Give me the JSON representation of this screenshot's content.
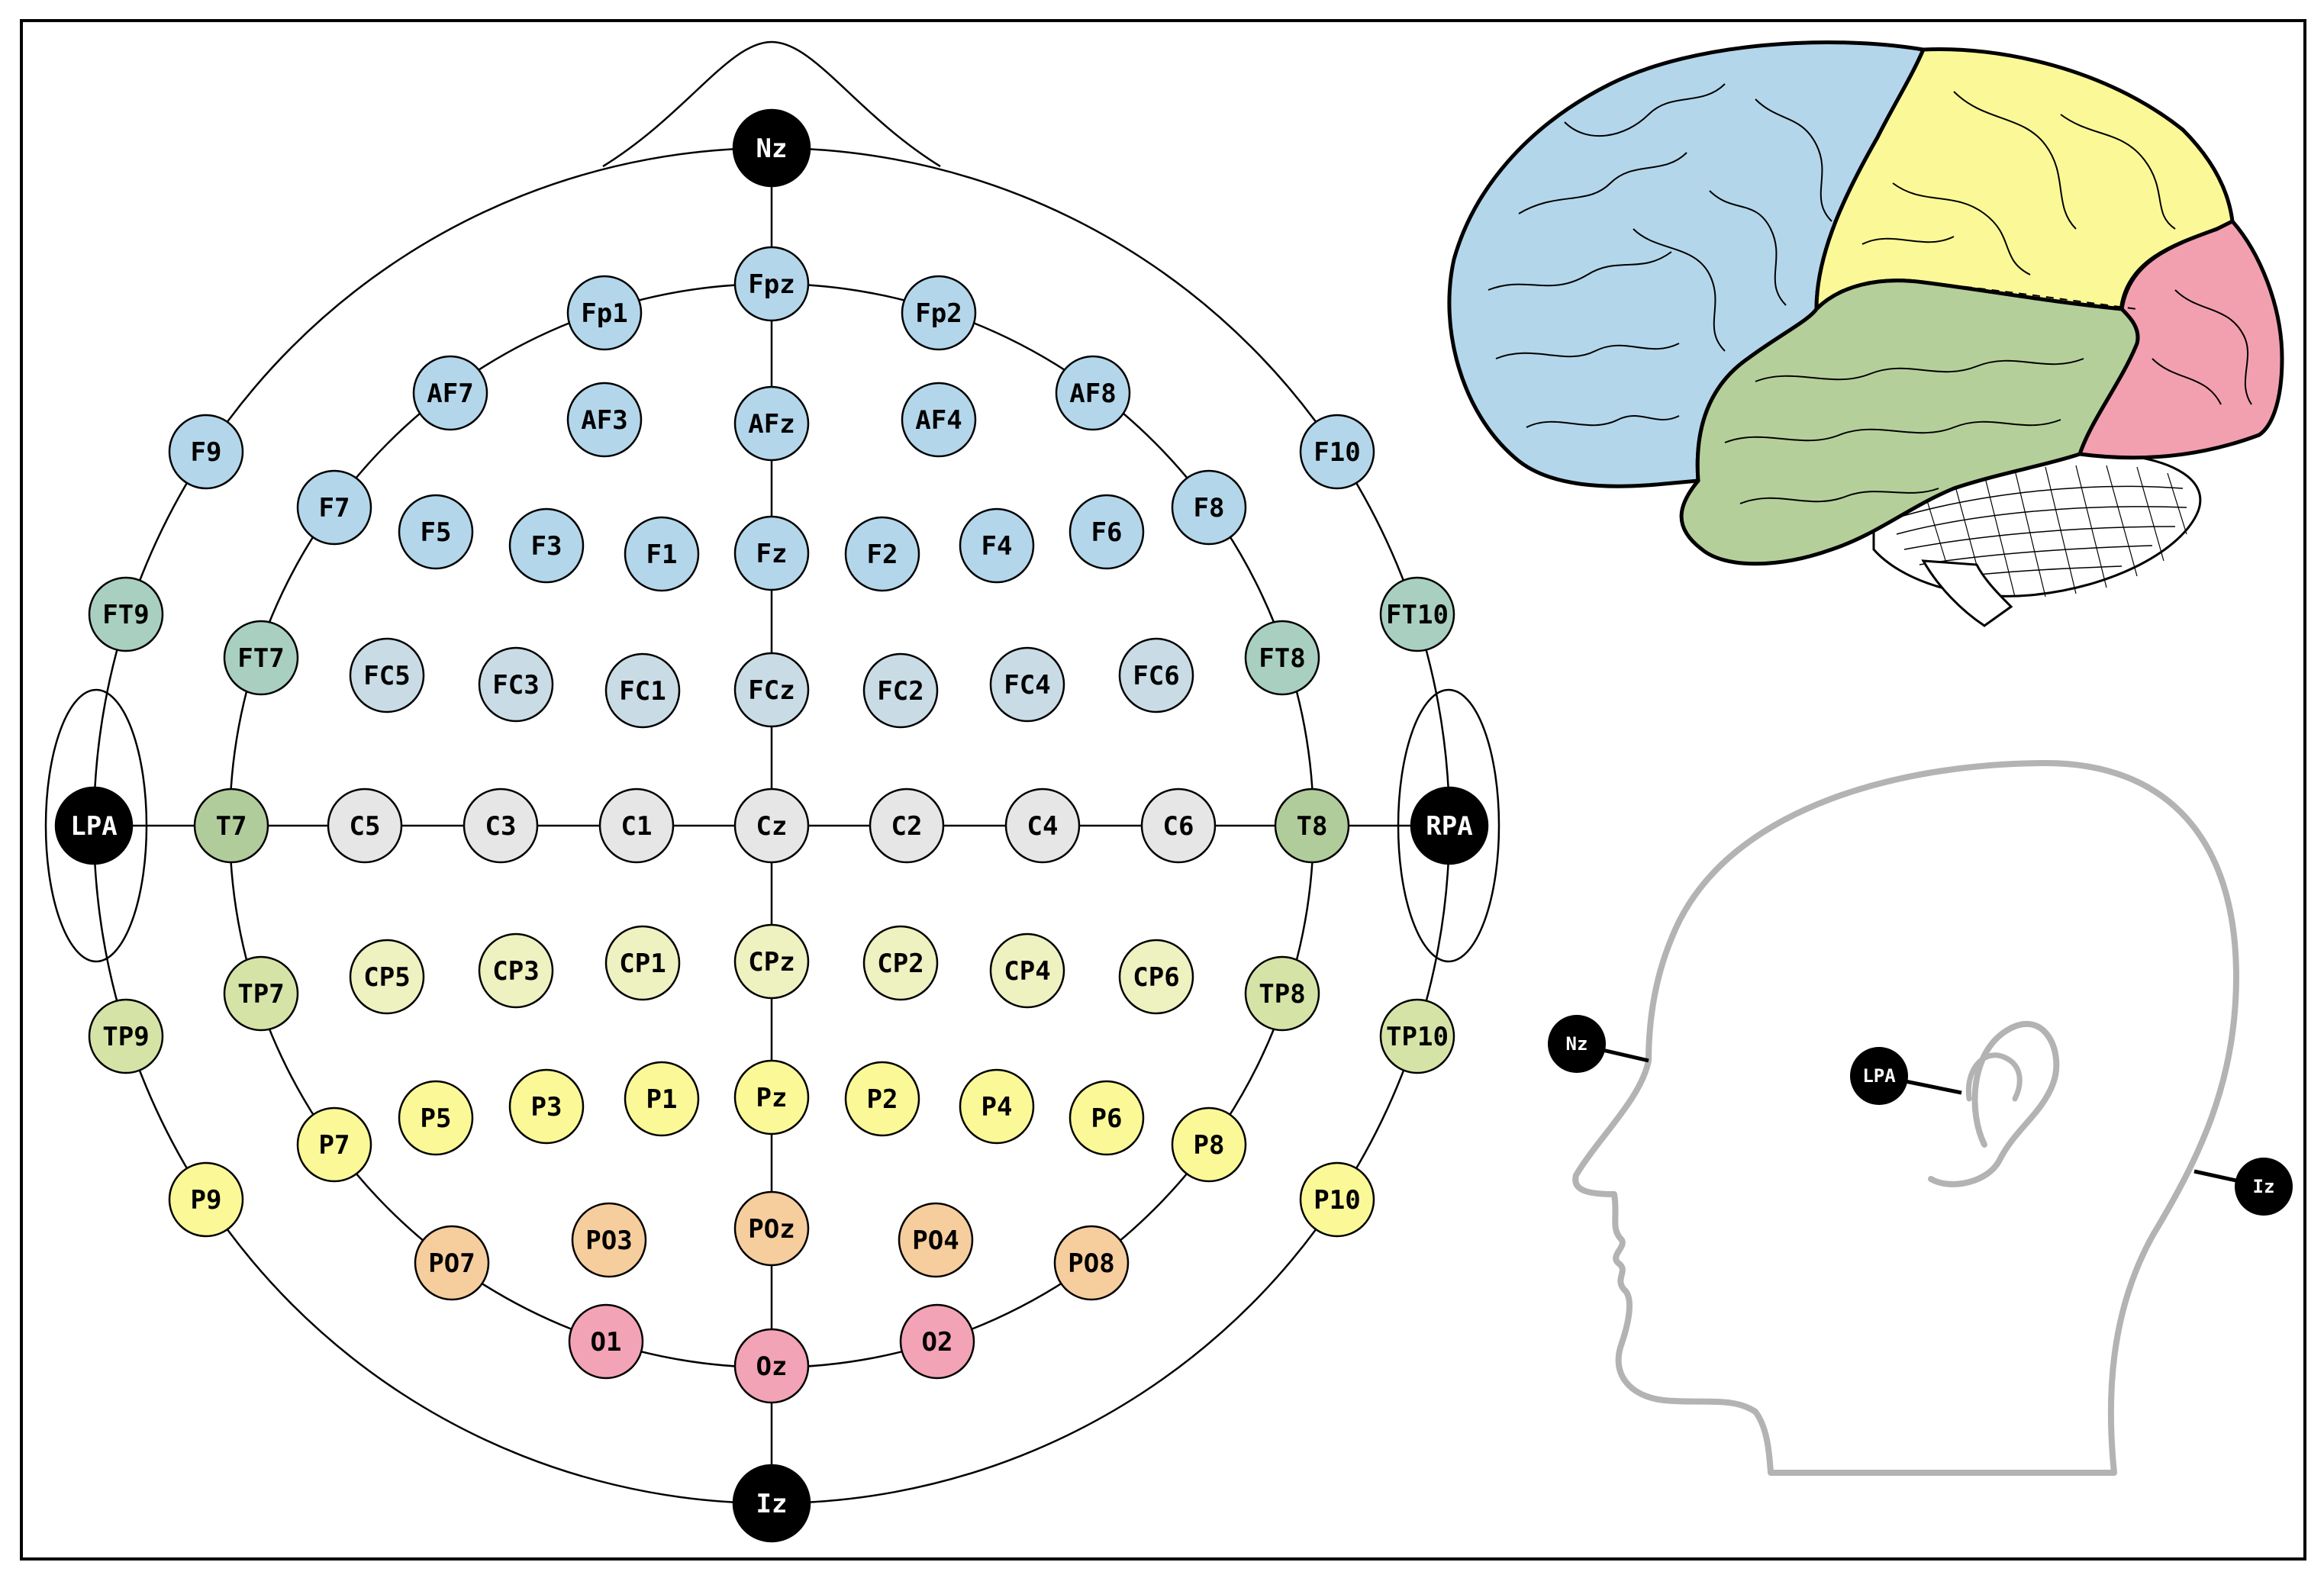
{
  "colors": {
    "black": "#000000",
    "frontal": "#b3d6ea",
    "fronto_central": "#c9dce6",
    "fronto_temporal": "#a9cfc0",
    "temporal": "#b1cc9b",
    "temporo_parietal": "#d6e3a6",
    "central": "#e6e6e6",
    "centro_parietal": "#eef1c0",
    "parietal": "#fbf897",
    "parieto_occipital": "#f6cd9d",
    "occipital": "#f2a3b5",
    "brain_frontal": "#b3d6ea",
    "brain_parietal": "#fbf897",
    "brain_temporal": "#b5cf9b",
    "brain_occipital": "#f2a0b0",
    "head_outline": "#b3b3b3"
  },
  "fiducials": [
    {
      "label": "Nz",
      "group": "black"
    },
    {
      "label": "Iz",
      "group": "black"
    },
    {
      "label": "LPA",
      "group": "black"
    },
    {
      "label": "RPA",
      "group": "black"
    }
  ],
  "electrodes": [
    {
      "label": "Fpz",
      "group": "frontal"
    },
    {
      "label": "Fp1",
      "group": "frontal"
    },
    {
      "label": "Fp2",
      "group": "frontal"
    },
    {
      "label": "AF7",
      "group": "frontal"
    },
    {
      "label": "AF3",
      "group": "frontal"
    },
    {
      "label": "AFz",
      "group": "frontal"
    },
    {
      "label": "AF4",
      "group": "frontal"
    },
    {
      "label": "AF8",
      "group": "frontal"
    },
    {
      "label": "F9",
      "group": "frontal"
    },
    {
      "label": "F7",
      "group": "frontal"
    },
    {
      "label": "F5",
      "group": "frontal"
    },
    {
      "label": "F3",
      "group": "frontal"
    },
    {
      "label": "F1",
      "group": "frontal"
    },
    {
      "label": "Fz",
      "group": "frontal"
    },
    {
      "label": "F2",
      "group": "frontal"
    },
    {
      "label": "F4",
      "group": "frontal"
    },
    {
      "label": "F6",
      "group": "frontal"
    },
    {
      "label": "F8",
      "group": "frontal"
    },
    {
      "label": "F10",
      "group": "frontal"
    },
    {
      "label": "FT9",
      "group": "fronto_temporal"
    },
    {
      "label": "FT7",
      "group": "fronto_temporal"
    },
    {
      "label": "FC5",
      "group": "fronto_central"
    },
    {
      "label": "FC3",
      "group": "fronto_central"
    },
    {
      "label": "FC1",
      "group": "fronto_central"
    },
    {
      "label": "FCz",
      "group": "fronto_central"
    },
    {
      "label": "FC2",
      "group": "fronto_central"
    },
    {
      "label": "FC4",
      "group": "fronto_central"
    },
    {
      "label": "FC6",
      "group": "fronto_central"
    },
    {
      "label": "FT8",
      "group": "fronto_temporal"
    },
    {
      "label": "FT10",
      "group": "fronto_temporal"
    },
    {
      "label": "T7",
      "group": "temporal"
    },
    {
      "label": "C5",
      "group": "central"
    },
    {
      "label": "C3",
      "group": "central"
    },
    {
      "label": "C1",
      "group": "central"
    },
    {
      "label": "Cz",
      "group": "central"
    },
    {
      "label": "C2",
      "group": "central"
    },
    {
      "label": "C4",
      "group": "central"
    },
    {
      "label": "C6",
      "group": "central"
    },
    {
      "label": "T8",
      "group": "temporal"
    },
    {
      "label": "TP9",
      "group": "temporo_parietal"
    },
    {
      "label": "TP7",
      "group": "temporo_parietal"
    },
    {
      "label": "CP5",
      "group": "centro_parietal"
    },
    {
      "label": "CP3",
      "group": "centro_parietal"
    },
    {
      "label": "CP1",
      "group": "centro_parietal"
    },
    {
      "label": "CPz",
      "group": "centro_parietal"
    },
    {
      "label": "CP2",
      "group": "centro_parietal"
    },
    {
      "label": "CP4",
      "group": "centro_parietal"
    },
    {
      "label": "CP6",
      "group": "centro_parietal"
    },
    {
      "label": "TP8",
      "group": "temporo_parietal"
    },
    {
      "label": "TP10",
      "group": "temporo_parietal"
    },
    {
      "label": "P9",
      "group": "parietal"
    },
    {
      "label": "P7",
      "group": "parietal"
    },
    {
      "label": "P5",
      "group": "parietal"
    },
    {
      "label": "P3",
      "group": "parietal"
    },
    {
      "label": "P1",
      "group": "parietal"
    },
    {
      "label": "Pz",
      "group": "parietal"
    },
    {
      "label": "P2",
      "group": "parietal"
    },
    {
      "label": "P4",
      "group": "parietal"
    },
    {
      "label": "P6",
      "group": "parietal"
    },
    {
      "label": "P8",
      "group": "parietal"
    },
    {
      "label": "P10",
      "group": "parietal"
    },
    {
      "label": "PO7",
      "group": "parieto_occipital"
    },
    {
      "label": "PO3",
      "group": "parieto_occipital"
    },
    {
      "label": "POz",
      "group": "parieto_occipital"
    },
    {
      "label": "PO4",
      "group": "parieto_occipital"
    },
    {
      "label": "PO8",
      "group": "parieto_occipital"
    },
    {
      "label": "O1",
      "group": "occipital"
    },
    {
      "label": "Oz",
      "group": "occipital"
    },
    {
      "label": "O2",
      "group": "occipital"
    }
  ],
  "side_view": {
    "markers": [
      {
        "label": "Nz"
      },
      {
        "label": "LPA"
      },
      {
        "label": "Iz"
      }
    ]
  }
}
